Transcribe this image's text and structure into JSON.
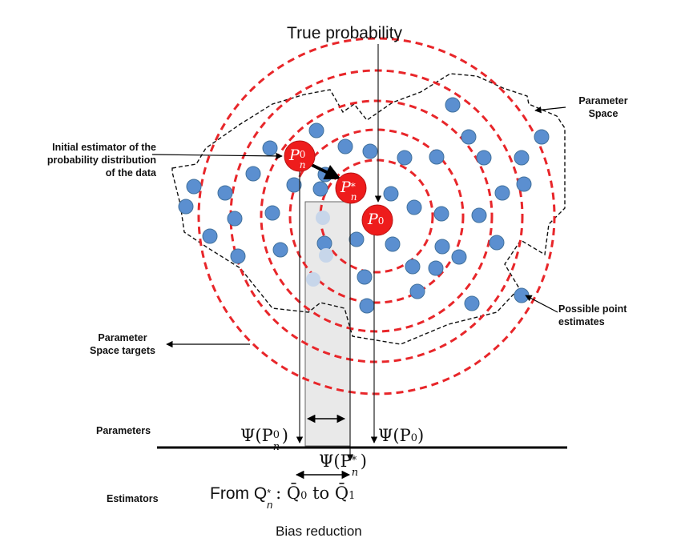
{
  "title": "True probability",
  "labels": {
    "parameter_space": [
      "Parameter",
      "Space"
    ],
    "initial_estimator": [
      "Initial estimator of the",
      "probability distribution",
      "of the data"
    ],
    "possible_point_estimates": [
      "Possible point",
      "estimates"
    ],
    "parameter_space_targets": [
      "Parameter",
      "Space targets"
    ],
    "parameters": "Parameters",
    "estimators": "Estimators",
    "bias_reduction": "Bias reduction"
  },
  "nodes": {
    "pn0": {
      "base": "P",
      "sub": "n",
      "sup": "0"
    },
    "pnstar": {
      "base": "P",
      "sub": "n",
      "sup": "*"
    },
    "p0": {
      "base": "P",
      "sub": "0"
    }
  },
  "axis_labels": {
    "psi_pn0": "Ψ(P",
    "psi_pnstar": "Ψ(P",
    "psi_p0": "Ψ(P"
  },
  "estimator_text": {
    "prefix": "From Q",
    "sub": "n",
    "sup": "*",
    "mid": ": Q̄",
    "sub0": "0",
    "to": " to Q̄",
    "sub1": "1"
  },
  "colors": {
    "ring": "#e8262a",
    "dot": "#5b8fd0",
    "dot_stroke": "#41719c",
    "node_fill": "#ee1c1c",
    "band": "#e8e8e8"
  }
}
